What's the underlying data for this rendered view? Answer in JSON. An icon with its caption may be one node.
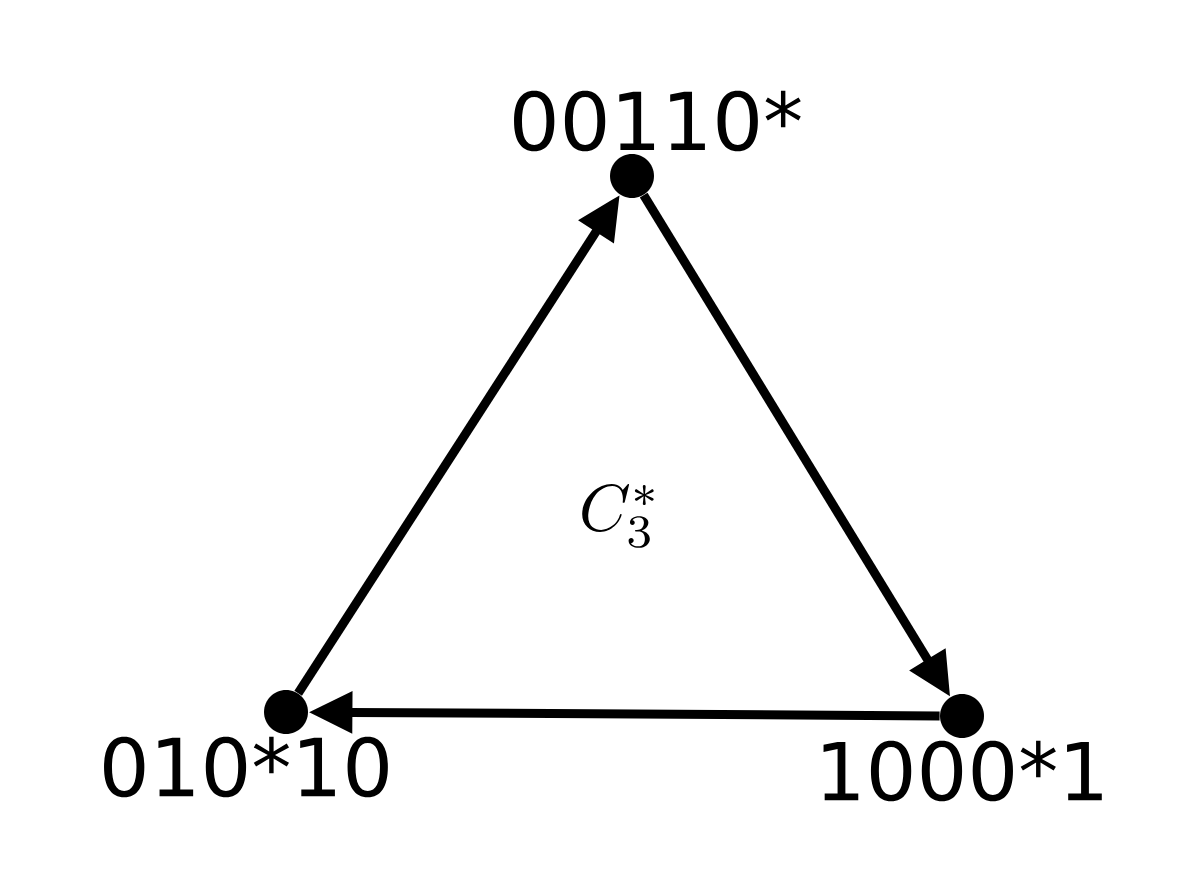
{
  "diagram": {
    "nodes": [
      {
        "text": [
          "00110*"
        ]
      },
      {
        "text": [
          "1000*1"
        ]
      },
      {
        "text": [
          "010*10"
        ]
      }
    ],
    "edges": [
      {
        "from": 0,
        "to": 1,
        "arrow": "to"
      },
      {
        "from": 1,
        "to": 2,
        "arrow": "to"
      },
      {
        "from": 2,
        "to": 0,
        "arrow": "to"
      }
    ],
    "labels": [
      "C_3^*"
    ]
  }
}
